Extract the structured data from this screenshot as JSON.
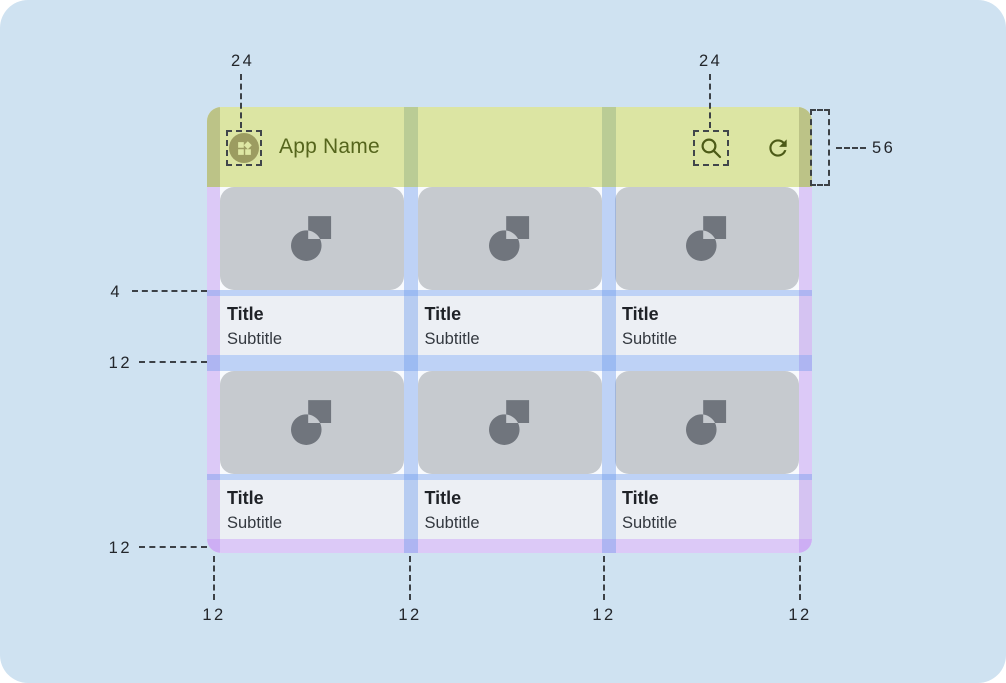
{
  "app_bar": {
    "title": "App Name",
    "app_icon": "widgets-icon",
    "search_icon": "search-icon",
    "refresh_icon": "refresh-icon"
  },
  "cards": [
    {
      "title": "Title",
      "subtitle": "Subtitle"
    },
    {
      "title": "Title",
      "subtitle": "Subtitle"
    },
    {
      "title": "Title",
      "subtitle": "Subtitle"
    },
    {
      "title": "Title",
      "subtitle": "Subtitle"
    },
    {
      "title": "Title",
      "subtitle": "Subtitle"
    },
    {
      "title": "Title",
      "subtitle": "Subtitle"
    }
  ],
  "annotations": {
    "app_icon_size": "24",
    "search_icon_size": "24",
    "app_bar_height": "56",
    "image_text_gap": "4",
    "row_gap": "12",
    "bottom_margin": "12",
    "bottom_left_margin": "12",
    "gutter_1": "12",
    "gutter_2": "12",
    "right_margin": "12"
  },
  "colors": {
    "page_background": "#CFE2F1",
    "app_bar": "#DCE5A3",
    "app_bar_foreground": "#55651C",
    "card_media": "#C6CACF",
    "card_text_background": "#ECEFF4",
    "margin_overlay_purple": "#DFCBF7",
    "spacing_overlay_blue": "#C2D5F7",
    "annotation_text": "#23262B"
  }
}
